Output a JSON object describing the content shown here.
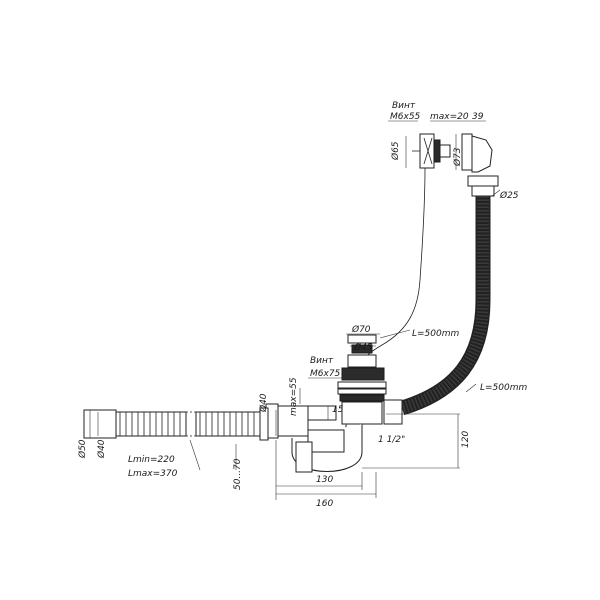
{
  "labels": {
    "screw_top": "Винт",
    "screw_top_size": "M6x55",
    "max_top": "max=20",
    "dim_39": "39",
    "dia_65": "Ø65",
    "dia_73": "Ø73",
    "dia_25": "Ø25",
    "dia_70": "Ø70",
    "dia_45": "Ø45",
    "cable_length": "L=500mm",
    "screw_bottom": "Винт",
    "screw_bottom_size": "M6x75",
    "hose_length": "L=500mm",
    "dia_40_vertical": "Ø40",
    "max_bottom": "max=55",
    "dim_15": "15",
    "thread_size": "1 1/2\"",
    "dim_120": "120",
    "dia_50": "Ø50",
    "dia_40_left": "Ø40",
    "lmin": "Lmin=220",
    "lmax": "Lmax=370",
    "range_50_70": "50...70",
    "dim_130": "130",
    "dim_160": "160"
  },
  "colors": {
    "line": "#222222",
    "hose": "#2b2b2b"
  }
}
